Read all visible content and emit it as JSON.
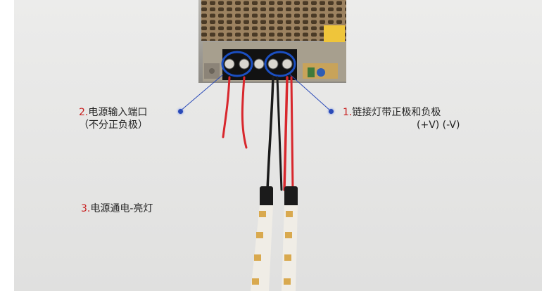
{
  "colors": {
    "background": "#e7e7e6",
    "label_number": "#c81e1e",
    "label_text": "#222222",
    "callout_blue": "#2a4ab8",
    "wire_red": "#d8272d",
    "wire_black": "#1a1a1a",
    "led_strip": "#f0ede6"
  },
  "labels": {
    "input": {
      "num": "2.",
      "text": "电源输入端口",
      "sub": "（不分正负极）"
    },
    "output": {
      "num": "1.",
      "text": "链接灯带正极和负极",
      "sub": "(+V)  (-V)"
    },
    "power": {
      "num": "3.",
      "text": "电源通电-亮灯"
    }
  },
  "icons": {
    "input_callout": "dot-marker-icon",
    "output_callout": "dot-marker-icon"
  }
}
